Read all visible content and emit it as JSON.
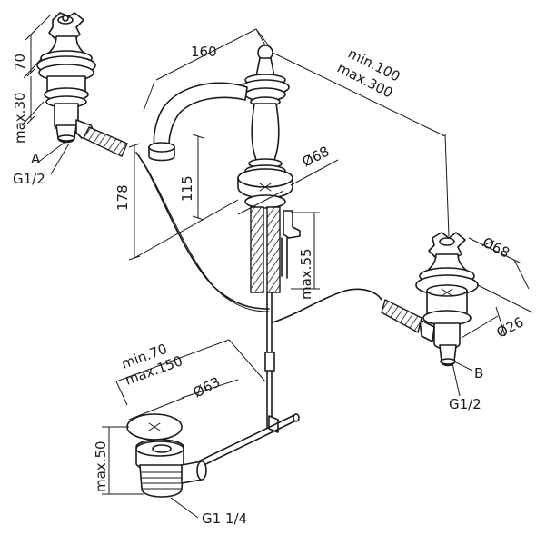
{
  "dimensions": {
    "spout_reach": "160",
    "spacing_min": "min.100",
    "spacing_max": "max.300",
    "handle_height": "70",
    "deck_max": "max.30",
    "spout_height": "115",
    "total_height": "178",
    "base_dia_mixer": "Ø68",
    "shank_max": "max.55",
    "base_dia_right": "Ø68",
    "shank_dia": "Ø26",
    "waste_min": "min.70",
    "waste_max": "max.150",
    "waste_dia": "Ø63",
    "waste_height": "max.50"
  },
  "connections": {
    "left_letter": "A",
    "left_thread": "G1/2",
    "right_letter": "B",
    "right_thread": "G1/2",
    "waste_thread": "G1 1/4"
  }
}
